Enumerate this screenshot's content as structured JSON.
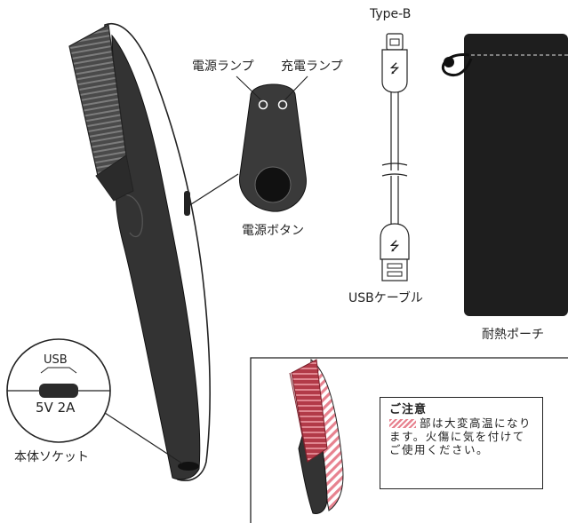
{
  "labels": {
    "power_lamp": "電源ランプ",
    "charge_lamp": "充電ランプ",
    "power_button": "電源ボタン",
    "type_b": "Type-B",
    "usb_cable": "USBケーブル",
    "pouch": "耐熱ポーチ",
    "socket_usb": "USB",
    "socket_spec": "5V 2A",
    "socket_caption": "本体ソケット"
  },
  "notice": {
    "title": "ご注意",
    "body": "部は大変高温になります。火傷に気を付けてご使用ください。"
  },
  "colors": {
    "device_body": "#333333",
    "pouch": "#1e1e1e",
    "heat_stripe": "#e7828f"
  }
}
